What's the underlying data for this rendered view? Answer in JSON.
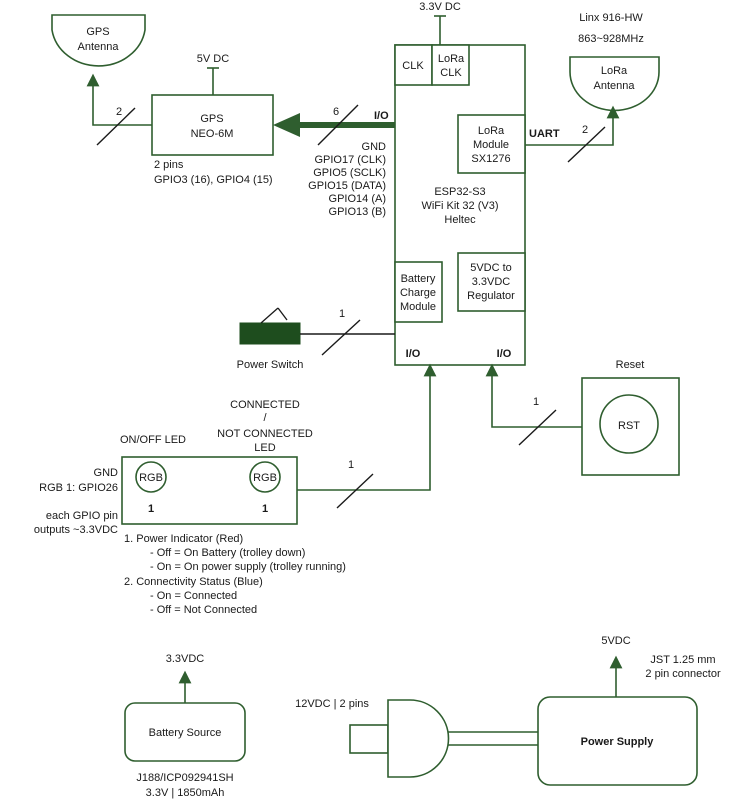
{
  "gps_antenna": {
    "label_line1": "GPS",
    "label_line2": "Antenna",
    "bus_count": "2"
  },
  "gps_module": {
    "power": "5V DC",
    "name_line1": "GPS",
    "name_line2": "NEO-6M",
    "pins_line1": "2 pins",
    "pins_line2": "GPIO3 (16), GPIO4 (15)"
  },
  "esp_bus": {
    "count": "6",
    "io": "I/O",
    "pins": [
      "GND",
      "GPIO17 (CLK)",
      "GPIO5 (SCLK)",
      "GPIO15 (DATA)",
      "GPIO14 (A)",
      "GPIO13 (B)"
    ]
  },
  "esp32": {
    "power": "3.3V DC",
    "clk": "CLK",
    "lora_clk_line1": "LoRa",
    "lora_clk_line2": "CLK",
    "lora_module": [
      "LoRa",
      "Module",
      "SX1276"
    ],
    "name": [
      "ESP32-S3",
      "WiFi Kit 32 (V3)",
      "Heltec"
    ],
    "battery_charge": [
      "Battery",
      "Charge",
      "Module"
    ],
    "regulator": [
      "5VDC to",
      "3.3VDC",
      "Regulator"
    ],
    "io_left": "I/O",
    "io_right": "I/O"
  },
  "lora_antenna": {
    "model": "Linx 916-HW",
    "freq": "863~928MHz",
    "label_line1": "LoRa",
    "label_line2": "Antenna",
    "uart": "UART",
    "bus_count": "2"
  },
  "power_switch": {
    "label": "Power Switch",
    "bus_count": "1"
  },
  "reset": {
    "label": "Reset",
    "button": "RST",
    "bus_count": "1"
  },
  "led_block": {
    "connected_line1": "CONNECTED",
    "connected_line2": "/",
    "connected_line3": "NOT CONNECTED",
    "connected_line4": "LED",
    "onoff_label": "ON/OFF LED",
    "gnd": "GND",
    "rgb_pin": "RGB 1: GPIO26",
    "gpio_note_line1": "each GPIO pin",
    "gpio_note_line2": "outputs ~3.3VDC",
    "rgb1": "RGB",
    "rgb2": "RGB",
    "rgb1_num": "1",
    "rgb2_num": "1",
    "bus_count": "1"
  },
  "notes": [
    "1. Power Indicator (Red)",
    "- Off = On Battery (trolley down)",
    "- On = On power supply (trolley running)",
    "2. Connectivity Status (Blue)",
    "- On = Connected",
    "- Off = Not Connected"
  ],
  "battery": {
    "voltage": "3.3VDC",
    "name": "Battery Source",
    "model": "J188/ICP092941SH",
    "spec": "3.3V | 1850mAh"
  },
  "power_supply": {
    "input": "12VDC | 2 pins",
    "output": "5VDC",
    "connector_line1": "JST 1.25 mm",
    "connector_line2": "2 pin connector",
    "name": "Power Supply"
  },
  "colors": {
    "line": "#2f5e2f",
    "text": "#1a1a1a",
    "switch": "#1e4d1e",
    "background": "#ffffff"
  }
}
